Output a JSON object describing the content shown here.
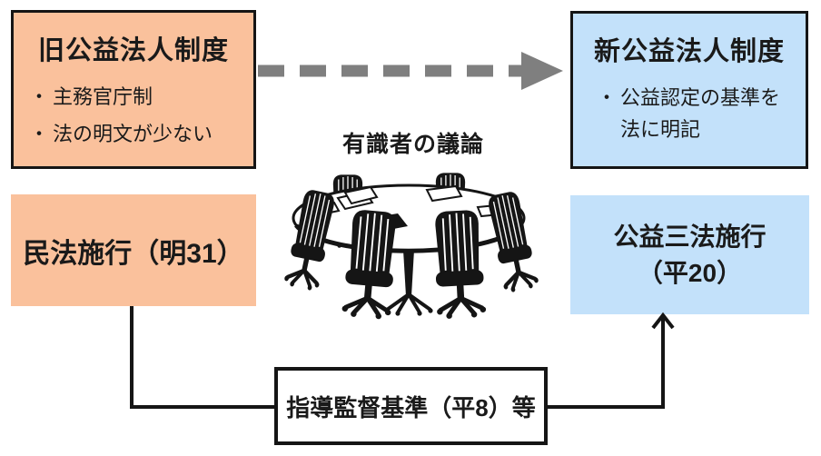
{
  "colors": {
    "old_system_fill": "#FAC19C",
    "new_system_fill": "#C3E1FA",
    "line_black": "#151515",
    "arrow_gray": "#7F7F7F",
    "background": "#FFFFFF"
  },
  "old_system": {
    "title": "旧公益法人制度",
    "bullets": [
      {
        "marker": "・",
        "text": "主務官庁制"
      },
      {
        "marker": "・",
        "text": "法の明文が少ない"
      }
    ]
  },
  "new_system": {
    "title": "新公益法人制度",
    "bullet": {
      "marker": "・",
      "line1": "公益認定の基準を",
      "line2": "法に明記"
    }
  },
  "discussion": {
    "caption": "有識者の議論",
    "illustration": "round-table-meeting-icon"
  },
  "timeline": {
    "minpo": {
      "label": "民法施行（明31）"
    },
    "sanpo": {
      "line1": "公益三法施行",
      "line2": "（平20）"
    },
    "shidou": {
      "label": "指導監督基準（平8）等"
    }
  },
  "transition_arrow": {
    "style": "dashed",
    "direction": "left-to-right",
    "color": "#7F7F7F"
  }
}
